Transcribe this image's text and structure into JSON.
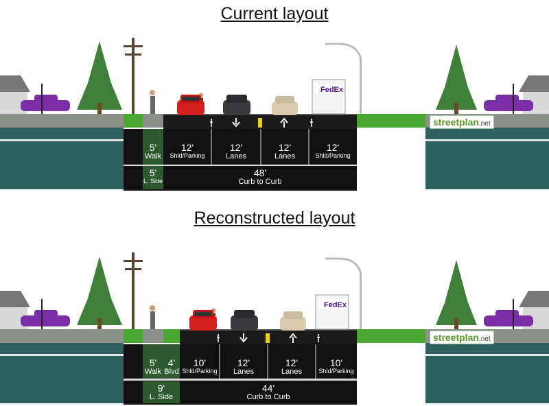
{
  "current": {
    "title": "Current layout",
    "top_row": [
      {
        "width": "5'",
        "name": "Walk"
      },
      {
        "width": "12'",
        "name": "Shld/Parking"
      },
      {
        "width": "12'",
        "name": "Lanes"
      },
      {
        "width": "12'",
        "name": "Lanes"
      },
      {
        "width": "12'",
        "name": "Shld/Parking"
      }
    ],
    "bottom_row": [
      {
        "width": "5'",
        "name": "L. Side"
      },
      {
        "width": "48'",
        "name": "Curb to Curb"
      }
    ]
  },
  "reconstructed": {
    "title": "Reconstructed layout",
    "top_row": [
      {
        "width": "5'",
        "name": "Walk"
      },
      {
        "width": "4'",
        "name": "Blvd"
      },
      {
        "width": "10'",
        "name": "Shld/Parking"
      },
      {
        "width": "12'",
        "name": "Lanes"
      },
      {
        "width": "12'",
        "name": "Lanes"
      },
      {
        "width": "10'",
        "name": "Shld/Parking"
      }
    ],
    "bottom_row": [
      {
        "width": "9'",
        "name": "L. Side"
      },
      {
        "width": "44'",
        "name": "Curb to Curb"
      }
    ]
  },
  "brand": {
    "name": "streetplan",
    "suffix": ".net"
  },
  "truck_logo": "FedEx",
  "colors": {
    "grass": "#4aa832",
    "asphalt": "#1a1a1a",
    "sidewalk": "#8b9089",
    "band": "#3a6b6b",
    "walk_cell": "#2f5a2f",
    "center_line": "#f2d200"
  }
}
